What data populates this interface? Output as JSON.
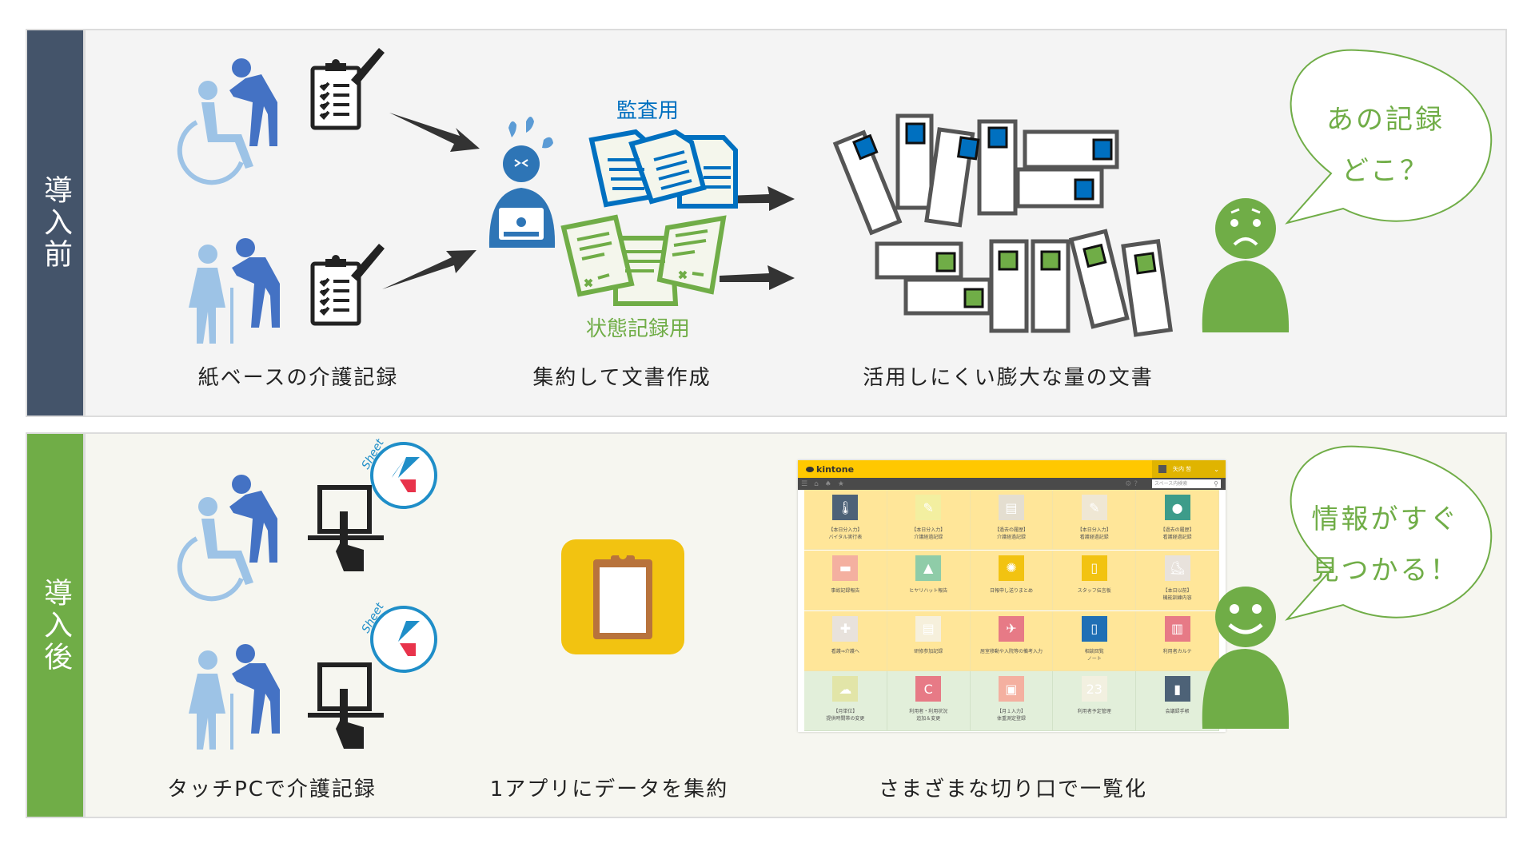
{
  "before": {
    "side_label": "導入前",
    "step1_caption": "紙ベースの介護記録",
    "step2_caption": "集約して文書作成",
    "step3_caption": "活用しにくい膨大な量の文書",
    "audit_doc_label": "監査用",
    "status_doc_label": "状態記録用",
    "bubble_line1": "あの記録",
    "bubble_line2": "どこ？",
    "colors": {
      "side": "#44546a",
      "blue": "#0070c0",
      "green": "#70ad47",
      "light_blue": "#9dc3e6",
      "dark_blue": "#4472c4"
    }
  },
  "after": {
    "side_label": "導入後",
    "step1_caption": "タッチPCで介護記録",
    "step2_caption": "1アプリにデータを集約",
    "step3_caption": "さまざまな切り口で一覧化",
    "sheet_badge_text": "Sheet",
    "bubble_line1": "情報がすぐ",
    "bubble_line2": "見つかる！",
    "colors": {
      "side": "#70ad47",
      "app_icon": "#f2c311"
    }
  },
  "kintone": {
    "logo": "kintone",
    "user_name": "矢内 哲",
    "search_placeholder": "スペース内検索",
    "apps": [
      {
        "name": "【本日分入力】\nバイタル実行表",
        "color": "#4d6277",
        "glyph": "🌡",
        "section": "y"
      },
      {
        "name": "【本日分入力】\n介護経過記録",
        "color": "#f3efa0",
        "glyph": "✎",
        "section": "y"
      },
      {
        "name": "【過去の履歴】\n介護経過記録",
        "color": "#e4ded0",
        "glyph": "▤",
        "section": "y"
      },
      {
        "name": "【本日分入力】\n看護経過記録",
        "color": "#efe7d4",
        "glyph": "✎",
        "section": "y"
      },
      {
        "name": "【過去の履歴】\n看護経過記録",
        "color": "#3d9c8a",
        "glyph": "●",
        "section": "y"
      },
      {
        "name": "事故記録報告",
        "color": "#f4b0a0",
        "glyph": "▬",
        "section": "y"
      },
      {
        "name": "ヒヤリハット報告",
        "color": "#8fcca8",
        "glyph": "▲",
        "section": "y"
      },
      {
        "name": "日報申し送りまとめ",
        "color": "#f2c311",
        "glyph": "✺",
        "section": "y"
      },
      {
        "name": "スタッフ伝言板",
        "color": "#f2c311",
        "glyph": "▯",
        "section": "y"
      },
      {
        "name": "【本日以前】\n機能訓練内容",
        "color": "#e8e2dc",
        "glyph": "⛸",
        "section": "y"
      },
      {
        "name": "看護⇒介護へ",
        "color": "#e8e2dc",
        "glyph": "✚",
        "section": "y"
      },
      {
        "name": "研修参加記録",
        "color": "#f6f0dc",
        "glyph": "▤",
        "section": "y"
      },
      {
        "name": "居室移動や入院等の備考入力",
        "color": "#e77a86",
        "glyph": "✈",
        "section": "y"
      },
      {
        "name": "相談回覧\nノート",
        "color": "#1f6fb5",
        "glyph": "▯",
        "section": "y"
      },
      {
        "name": "利用者カルテ",
        "color": "#e77a86",
        "glyph": "▥",
        "section": "y"
      },
      {
        "name": "【月単位】\n提供時間帯の変更",
        "color": "#e2e5a8",
        "glyph": "☁",
        "section": "g"
      },
      {
        "name": "利用者・利用状況\n追加＆変更",
        "color": "#e77a86",
        "glyph": "C",
        "section": "g"
      },
      {
        "name": "【月１入力】\n体重測定登録",
        "color": "#f4b0a0",
        "glyph": "▣",
        "section": "g"
      },
      {
        "name": "利用者予定管理",
        "color": "#f2f0e0",
        "glyph": "23",
        "section": "g"
      },
      {
        "name": "会議録手帳",
        "color": "#4d6277",
        "glyph": "▮",
        "section": "g"
      }
    ]
  }
}
